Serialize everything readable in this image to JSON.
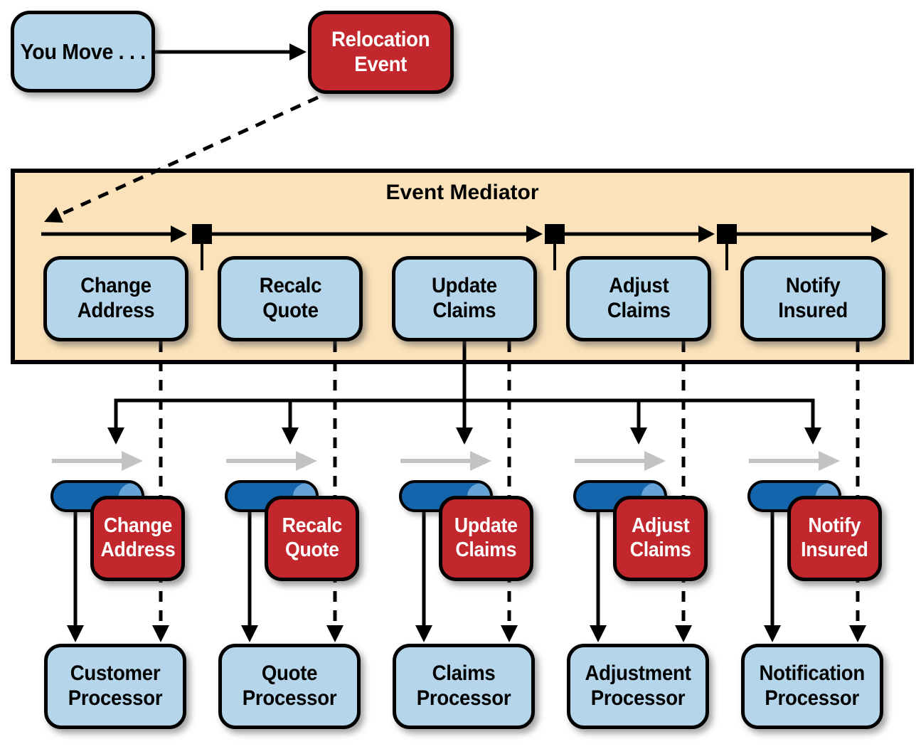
{
  "diagram_type": "event-driven architecture mediator topology",
  "colors": {
    "component_blue": "#B5D6EA",
    "event_red": "#C1272D",
    "mediator_background": "#FBE2BB",
    "queue_blue": "#1565AC",
    "queue_cap_blue": "#66A3D7",
    "direction_arrow_gray": "#C3C3C3",
    "line_black": "#000000",
    "text_on_red": "#FFFFFF"
  },
  "icons": {
    "queue": "message-queue-cylinder-icon",
    "direction": "gray-right-arrow-icon",
    "sequence_point": "black-square-step-marker"
  },
  "trigger": {
    "label": "You Move . . ."
  },
  "initial_event": {
    "label": "Relocation\nEvent"
  },
  "mediator": {
    "title": "Event Mediator"
  },
  "columns": [
    {
      "mediator_step": "Change\nAddress",
      "event": "Change\nAddress",
      "processor": "Customer\nProcessor"
    },
    {
      "mediator_step": "Recalc\nQuote",
      "event": "Recalc\nQuote",
      "processor": "Quote\nProcessor"
    },
    {
      "mediator_step": "Update\nClaims",
      "event": "Update\nClaims",
      "processor": "Claims\nProcessor"
    },
    {
      "mediator_step": "Adjust\nClaims",
      "event": "Adjust\nClaims",
      "processor": "Adjustment\nProcessor"
    },
    {
      "mediator_step": "Notify\nInsured",
      "event": "Notify\nInsured",
      "processor": "Notification\nProcessor"
    }
  ]
}
